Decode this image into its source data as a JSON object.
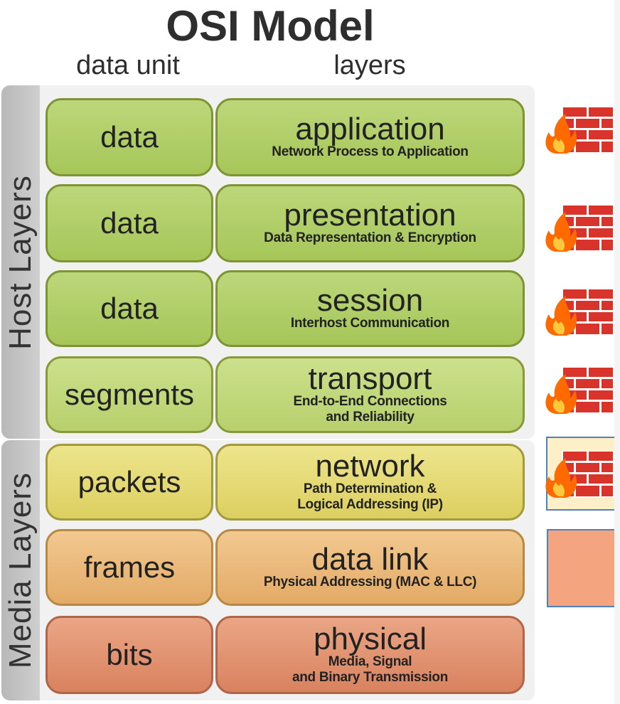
{
  "title": "OSI Model",
  "column_headers": {
    "unit": "data unit",
    "layers": "layers"
  },
  "groups": {
    "host": "Host Layers",
    "media": "Media Layers"
  },
  "rows": [
    {
      "unit": "data",
      "name": "application",
      "desc": [
        "Network Process to Application"
      ],
      "color": "#b3cf6a",
      "firewall": true
    },
    {
      "unit": "data",
      "name": "presentation",
      "desc": [
        "Data Representation & Encryption"
      ],
      "color": "#b3cf6a",
      "firewall": true
    },
    {
      "unit": "data",
      "name": "session",
      "desc": [
        "Interhost Communication"
      ],
      "color": "#b3cf6a",
      "firewall": true
    },
    {
      "unit": "segments",
      "name": "transport",
      "desc": [
        "End-to-End Connections",
        "and Reliability"
      ],
      "color": "#c4da7e",
      "firewall": true
    },
    {
      "unit": "packets",
      "name": "network",
      "desc": [
        "Path Determination &",
        "Logical Addressing (IP)"
      ],
      "color": "#e6dc78",
      "firewall": true
    },
    {
      "unit": "frames",
      "name": "data link",
      "desc": [
        "Physical Addressing (MAC & LLC)"
      ],
      "color": "#ecbb7b",
      "firewall": false
    },
    {
      "unit": "bits",
      "name": "physical",
      "desc": [
        "Media, Signal",
        "and Binary Transmission"
      ],
      "color": "#e29571",
      "firewall": false
    }
  ],
  "icons": {
    "firewall": "firewall-icon",
    "flame": "flame-icon"
  },
  "colors": {
    "brick": "#d9342b",
    "flame": "#ff6a00",
    "marker_border": "#4f81bd"
  }
}
